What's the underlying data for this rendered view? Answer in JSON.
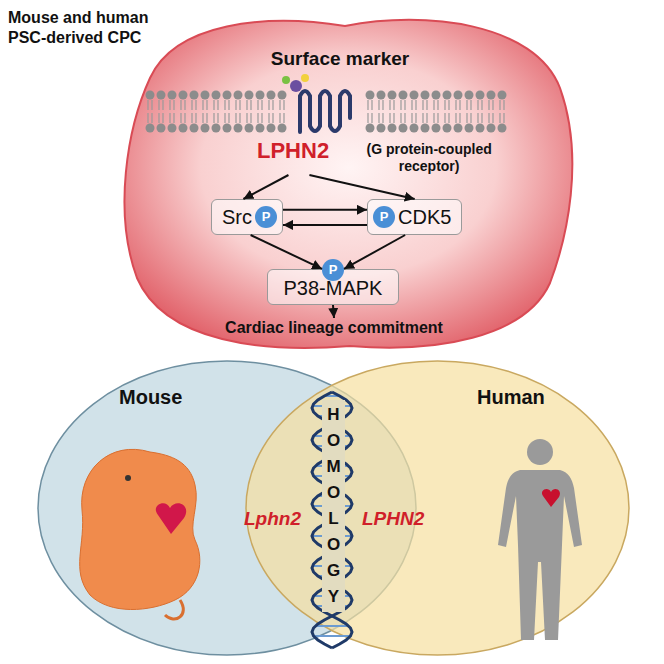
{
  "diagram": {
    "title": "Mouse and human PSC-derived CPC",
    "nodes": [
      {
        "text": [
          "Surface marker"
        ]
      },
      {
        "text": [
          "LPHN2",
          "(G protein-coupled receptor)"
        ],
        "in": 0
      },
      {
        "text": [
          "Src"
        ],
        "in": 0
      },
      {
        "text": [
          "P"
        ],
        "in": 2
      },
      {
        "text": [
          "CDK5"
        ],
        "in": 0
      },
      {
        "text": [
          "P"
        ],
        "in": 4
      },
      {
        "text": [
          "P38-MAPK"
        ],
        "in": 0
      },
      {
        "text": [
          "P"
        ],
        "in": 6
      },
      {
        "text": [
          "Cardiac lineage commitment"
        ]
      },
      {
        "text": [
          "Mouse"
        ]
      },
      {
        "text": [
          "Human"
        ]
      }
    ],
    "edges": [
      {
        "from": 1,
        "to": 2,
        "arrow": "to"
      },
      {
        "from": 1,
        "to": 4,
        "arrow": "to"
      },
      {
        "from": 2,
        "to": 4,
        "arrow": "to"
      },
      {
        "from": 4,
        "to": 2,
        "arrow": "to"
      },
      {
        "from": 2,
        "to": 7,
        "arrow": "to"
      },
      {
        "from": 4,
        "to": 7,
        "arrow": "to"
      },
      {
        "from": 6,
        "to": 8,
        "arrow": "to"
      }
    ],
    "labels": [
      "Lphn2",
      "LPHN2",
      "HOMOLOGY"
    ]
  }
}
